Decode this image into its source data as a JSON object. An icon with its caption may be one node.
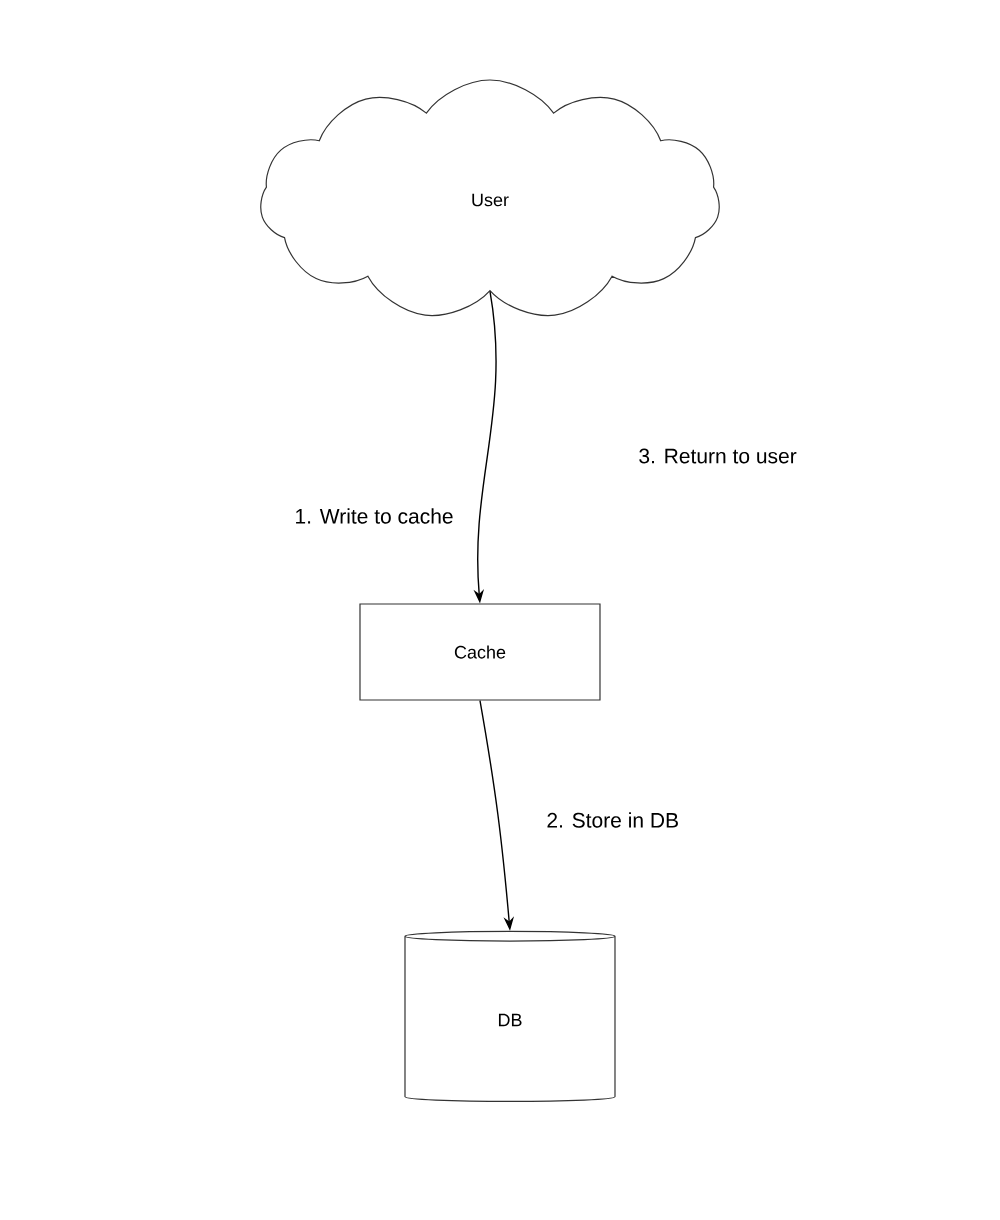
{
  "diagram": {
    "nodes": [
      {
        "text": [
          "User"
        ]
      },
      {
        "text": [
          "Cache"
        ]
      },
      {
        "text": [
          "DB"
        ]
      }
    ],
    "edges": [
      {
        "from": 0,
        "to": 1,
        "arrow": "to",
        "label": "1. Write to cache"
      },
      {
        "from": 1,
        "to": 2,
        "arrow": "to",
        "label": "2. Store in DB"
      }
    ],
    "labels": [
      "3. Return to user"
    ]
  }
}
